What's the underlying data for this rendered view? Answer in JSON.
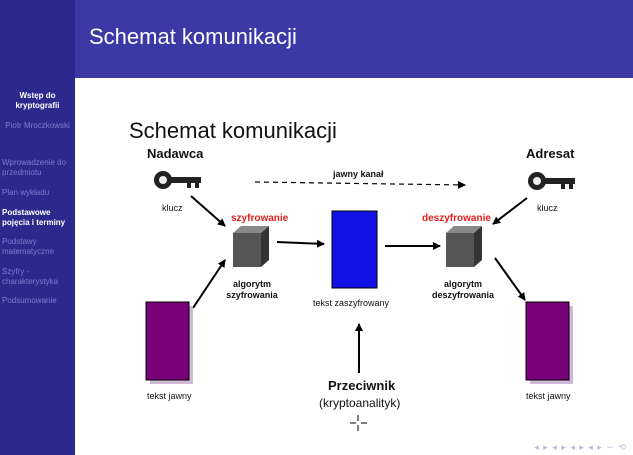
{
  "header": {
    "title": "Schemat komunikacji"
  },
  "sidebar": {
    "title": "Wstęp do kryptografii",
    "author": "Piotr Mroczkowski",
    "items": [
      {
        "label": "Wprowadzenie do przedmiotu",
        "active": false
      },
      {
        "label": "Plan wykładu",
        "active": false
      },
      {
        "label": "Podstawowe pojęcia i terminy",
        "active": true
      },
      {
        "label": "Podstawy matematyczne",
        "active": false
      },
      {
        "label": "Szyfry - charakterystyka",
        "active": false
      },
      {
        "label": "Podsumowanie",
        "active": false
      }
    ]
  },
  "diagram": {
    "title": "Schemat komunikacji",
    "sender": "Nadawca",
    "receiver": "Adresat",
    "key_left": "klucz",
    "key_right": "klucz",
    "channel": "jawny kanał",
    "encryption": "szyfrowanie",
    "decryption": "deszyfrowanie",
    "enc_algorithm": "algorytm szyfrowania",
    "dec_algorithm": "algorytm deszyfrowania",
    "ciphertext": "tekst zaszyfrowany",
    "plaintext_left": "tekst jawny",
    "plaintext_right": "tekst jawny",
    "adversary": "Przeciwnik",
    "adversary_role": "(kryptoanalityk)",
    "colors": {
      "red_label": "#e0201e",
      "ciphertext_box": "#1212e6",
      "plaintext_box": "#780078",
      "cube": "#555555"
    }
  }
}
